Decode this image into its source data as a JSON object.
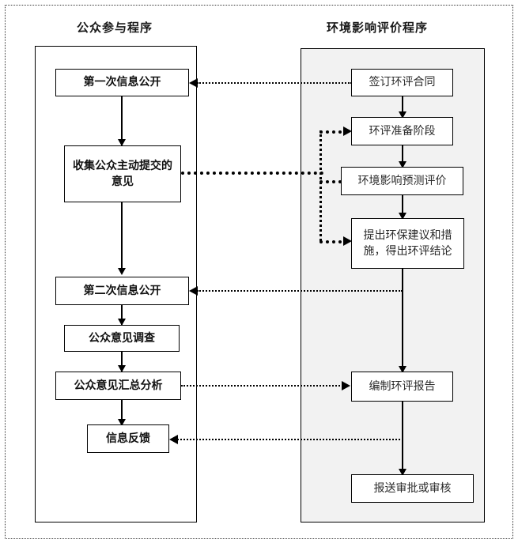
{
  "diagram": {
    "title_left": "公众参与程序",
    "title_right": "环境影响评价程序",
    "lane_left_name": "public-participation-lane",
    "lane_right_name": "eia-procedure-lane",
    "colors": {
      "lane_right_fill": "#f2f2f2",
      "lane_fill": "#ffffff",
      "line": "#000000",
      "text": "#2a2a2a"
    }
  },
  "left_nodes": [
    {
      "id": "first-disclosure",
      "label": "第一次信息公开"
    },
    {
      "id": "collect-opinions",
      "label": "收集公众主动提交的意见"
    },
    {
      "id": "second-disclosure",
      "label": "第二次信息公开"
    },
    {
      "id": "public-opinion-survey",
      "label": "公众意见调查"
    },
    {
      "id": "opinion-summary-analysis",
      "label": "公众意见汇总分析"
    },
    {
      "id": "information-feedback",
      "label": "信息反馈"
    }
  ],
  "right_nodes": [
    {
      "id": "sign-eia-contract",
      "label": "签订环评合同"
    },
    {
      "id": "eia-preparation",
      "label": "环评准备阶段"
    },
    {
      "id": "impact-prediction",
      "label": "环境影响预测评价"
    },
    {
      "id": "propose-measures",
      "label": "提出环保建议和措施，得出环评结论"
    },
    {
      "id": "compile-eia-report",
      "label": "编制环评报告"
    },
    {
      "id": "submit-for-approval",
      "label": "报送审批或审核"
    }
  ],
  "connectors": [
    {
      "id": "c1",
      "from": "sign-eia-contract",
      "to": "first-disclosure",
      "style": "dotted",
      "direction": "left"
    },
    {
      "id": "c2",
      "from": "collect-opinions",
      "to": "eia-preparation",
      "style": "dotted-thick",
      "direction": "right"
    },
    {
      "id": "c3",
      "from": "collect-opinions",
      "to": "impact-prediction",
      "style": "dotted-thick",
      "direction": "right"
    },
    {
      "id": "c4",
      "from": "collect-opinions",
      "to": "propose-measures",
      "style": "dotted-thick",
      "direction": "right"
    },
    {
      "id": "c5",
      "from": "propose-measures",
      "to": "second-disclosure",
      "style": "dotted",
      "direction": "left"
    },
    {
      "id": "c6",
      "from": "opinion-summary-analysis",
      "to": "compile-eia-report",
      "style": "dotted",
      "direction": "right"
    },
    {
      "id": "c7",
      "from": "compile-eia-report",
      "to": "information-feedback",
      "style": "dotted",
      "direction": "left"
    }
  ]
}
